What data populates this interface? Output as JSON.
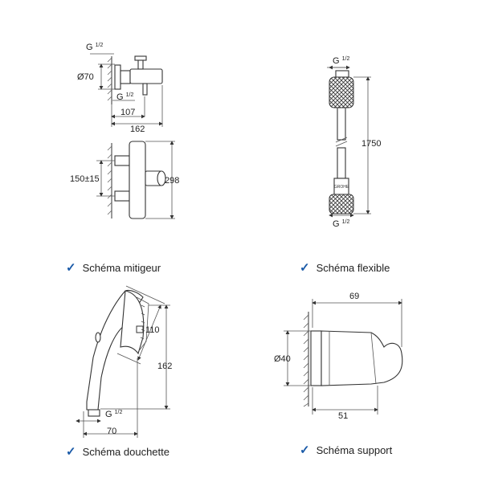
{
  "mixer": {
    "caption": "Schéma mitigeur",
    "thread_top": "G",
    "thread_top_frac": "1/2",
    "diameter": "Ø70",
    "thread_mid": "G",
    "thread_mid_frac": "1/2",
    "dim_107": "107",
    "dim_162": "162",
    "dim_150": "150±15",
    "dim_298": "298"
  },
  "hose": {
    "caption": "Schéma flexible",
    "thread_top": "G",
    "thread_top_frac": "1/2",
    "length": "1750",
    "thread_bottom": "G",
    "thread_bottom_frac": "1/2"
  },
  "handshower": {
    "caption": "Schéma douchette",
    "square": "110",
    "height": "162",
    "thread": "G",
    "thread_frac": "1/2",
    "width": "70"
  },
  "holder": {
    "caption": "Schéma support",
    "top_dim": "69",
    "diameter": "Ø40",
    "bottom_dim": "51"
  },
  "check_color": "#1a5aa8",
  "check_icon": "check-icon"
}
